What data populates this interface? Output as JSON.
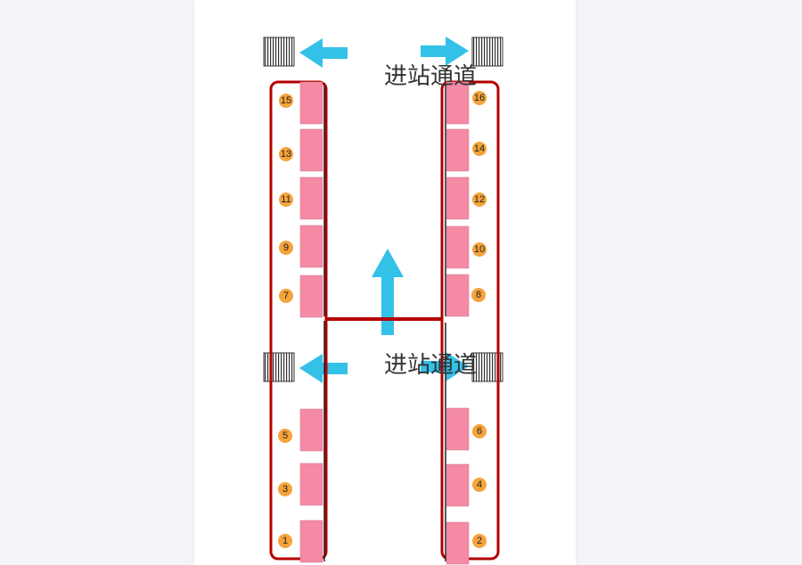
{
  "labels": {
    "upper_channel": "进站通道",
    "lower_channel": "进站通道"
  },
  "gates": {
    "left_column": [
      "15",
      "13",
      "11",
      "9",
      "7",
      "5",
      "3",
      "1"
    ],
    "right_column": [
      "16",
      "14",
      "12",
      "10",
      "8",
      "6",
      "4",
      "2"
    ]
  },
  "colors": {
    "frame": "#b30000",
    "gate": "#f48aa4",
    "badge": "#f5a33b",
    "arrow": "#33c1e8",
    "page_bg": "#f3f5f9"
  },
  "icons": [
    "turnstile-icon",
    "arrow-left-icon",
    "arrow-right-icon",
    "arrow-up-icon"
  ]
}
